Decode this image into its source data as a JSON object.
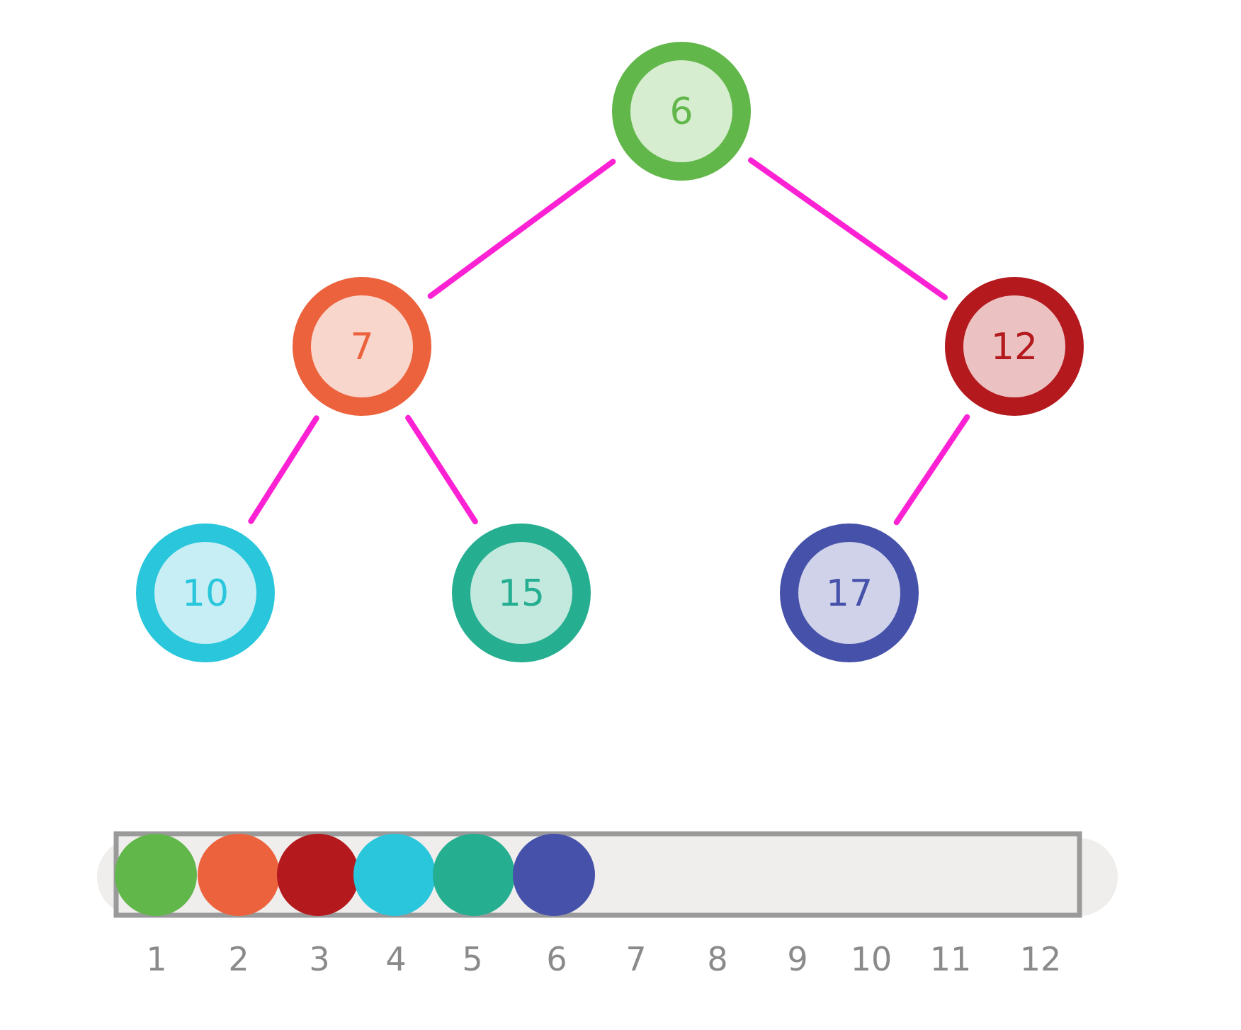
{
  "tree": {
    "nodes": [
      {
        "id": "n1",
        "value": "6",
        "stroke": "#62b74b",
        "fill": "#d6edcf"
      },
      {
        "id": "n2",
        "value": "7",
        "stroke": "#ec623d",
        "fill": "#f9d6cc"
      },
      {
        "id": "n3",
        "value": "12",
        "stroke": "#b3191d",
        "fill": "#ecc1c2"
      },
      {
        "id": "n4",
        "value": "10",
        "stroke": "#29c6dc",
        "fill": "#c7eef4"
      },
      {
        "id": "n5",
        "value": "15",
        "stroke": "#26ae91",
        "fill": "#c3e9df"
      },
      {
        "id": "n6",
        "value": "17",
        "stroke": "#4651aa",
        "fill": "#cfd2e9"
      }
    ],
    "edges": [
      [
        "n1",
        "n2"
      ],
      [
        "n1",
        "n3"
      ],
      [
        "n2",
        "n4"
      ],
      [
        "n2",
        "n5"
      ],
      [
        "n3",
        "n6"
      ]
    ],
    "edge_color": "#fc22d4"
  },
  "array": {
    "indices": [
      "1",
      "2",
      "3",
      "4",
      "5",
      "6",
      "7",
      "8",
      "9",
      "10",
      "11",
      "12"
    ],
    "filled_colors": [
      "#62b74b",
      "#ec623d",
      "#b3191d",
      "#29c6dc",
      "#26ae91",
      "#4651aa"
    ],
    "border_color": "#9a9a9a",
    "background": "#efeeec",
    "index_color": "#8a8a8a"
  }
}
